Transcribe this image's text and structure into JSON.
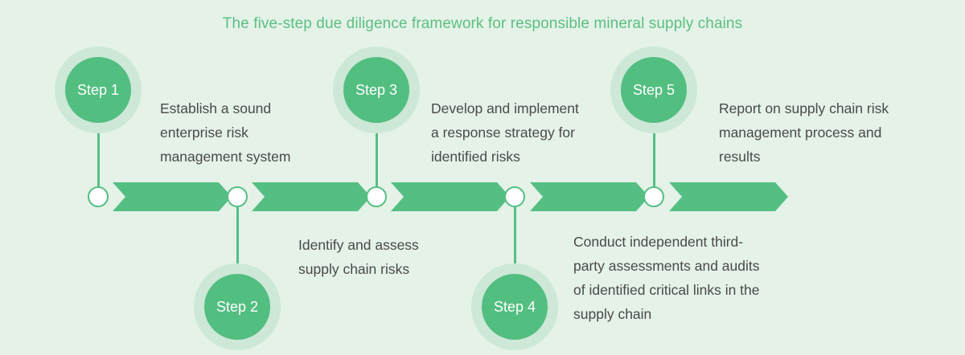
{
  "title": "The five-step due diligence framework for responsible mineral supply chains",
  "colors": {
    "background": "#e4f2e8",
    "accent_green": "#55bf83",
    "disc_green": "#52be80",
    "halo_green": "#cde8d6",
    "title_green": "#5cbf81",
    "text_gray": "#4a4a4a",
    "node_fill": "#ffffff"
  },
  "steps": [
    {
      "label": "Step 1",
      "position": "above",
      "lines": [
        "Establish a sound",
        "enterprise risk",
        "management system"
      ]
    },
    {
      "label": "Step 2",
      "position": "below",
      "lines": [
        "Identify and assess",
        "supply chain risks"
      ]
    },
    {
      "label": "Step 3",
      "position": "above",
      "lines": [
        "Develop and implement",
        "a response strategy for",
        "identified risks"
      ]
    },
    {
      "label": "Step 4",
      "position": "below",
      "lines": [
        "Conduct independent third-",
        "party assessments and audits",
        "of identified critical links in the",
        "supply chain"
      ]
    },
    {
      "label": "Step 5",
      "position": "above",
      "lines": [
        "Report on supply chain risk",
        "management process and",
        "results"
      ]
    }
  ]
}
